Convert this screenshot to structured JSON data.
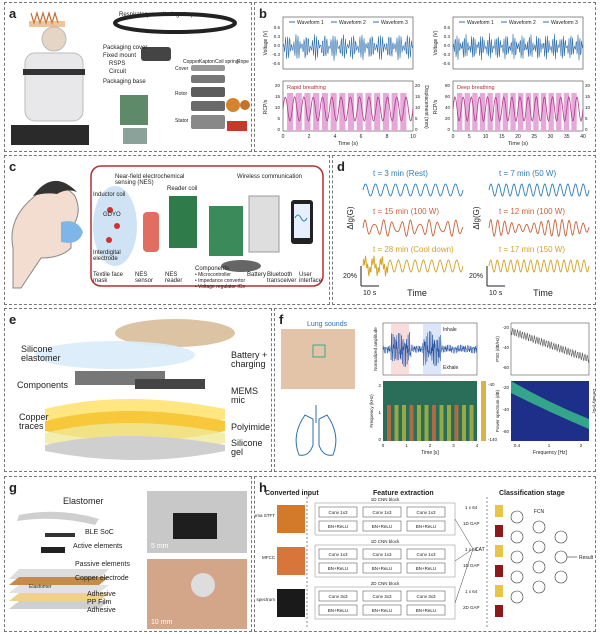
{
  "a": {
    "label": "a",
    "straps": "Respiratory monitoring straps",
    "packaging_cover": "Packaging cover",
    "fixed_mount": "Fixed mount",
    "rspps": "RSPS",
    "circuit": "Circuit",
    "packaging_base": "Packaging base",
    "legend": [
      "Copper",
      "Kapton",
      "Coil spring",
      "Rope"
    ],
    "cover": "Cover",
    "rotor": "Rotor",
    "stator": "Stator"
  },
  "b": {
    "label": "b",
    "left": {
      "legend": [
        "Waveform 1",
        "Waveform 2",
        "Waveform 3"
      ],
      "ylabel_top": "Voltage (V)",
      "yticks_top": [
        "0.6",
        "0.3",
        "0.0",
        "-0.3",
        "-0.6"
      ],
      "annot": "Rapid breathing",
      "ylabel_bottom_left": "RCP/s",
      "ylabel_bottom_right": "Displacement (mm)",
      "yticks_bl": [
        "20",
        "15",
        "10",
        "5",
        "0"
      ],
      "yticks_br": [
        "20",
        "15",
        "10",
        "5",
        "0"
      ],
      "xticks": [
        "0",
        "2",
        "4",
        "6",
        "8",
        "10"
      ],
      "xlabel": "Time (s)"
    },
    "right": {
      "legend": [
        "Waveform 1",
        "Waveform 2",
        "Waveform 3"
      ],
      "ylabel_top": "Voltage (V)",
      "yticks_top": [
        "0.6",
        "0.3",
        "0.0",
        "-0.3",
        "-0.6"
      ],
      "annot": "Deep breathing",
      "ylabel_bottom_left": "RCP/s",
      "ylabel_bottom_right": "Displacement (mm)",
      "yticks_bl": [
        "80",
        "60",
        "40",
        "20",
        "0"
      ],
      "yticks_br": [
        "20",
        "15",
        "10",
        "5",
        "0"
      ],
      "xticks": [
        "0",
        "5",
        "10",
        "15",
        "20",
        "25",
        "30",
        "35",
        "40"
      ],
      "xlabel": "Time (s)"
    }
  },
  "c": {
    "label": "c",
    "nes": "Near-field electrochemical sensing (NES)",
    "wireless": "Wireless communication",
    "inductor": "Inductor coil",
    "gdyo": "GDYO",
    "interdigital": "Interdigital electrode",
    "reader_coil": "Reader coil",
    "bottom": [
      "Textile face mask",
      "NES sensor",
      "NES reader",
      "Components",
      "Battery",
      "Bluetooth transceiver",
      "User interface"
    ],
    "components_list": [
      "• Microcontroller",
      "• Impedance convertor",
      "• Voltage regulator ICs"
    ]
  },
  "d": {
    "label": "d",
    "traces_left": [
      "t = 3 min (Rest)",
      "t = 15 min (100 W)",
      "t = 28 min (Cool down)"
    ],
    "traces_right": [
      "t = 7 min (50 W)",
      "t = 12 min (100 W)",
      "t = 17 min (150 W)"
    ],
    "ylabel": "Δlg(G)",
    "scale_y": "20%",
    "scale_x": "10 s",
    "xlabel": "Time",
    "colors": [
      "#2e7fb8",
      "#c8643c",
      "#d4a325"
    ]
  },
  "e": {
    "label": "e",
    "left": [
      "Silicone elastomer",
      "Components",
      "Copper traces"
    ],
    "right": [
      "Battery + charging",
      "MEMS mic",
      "Polyimide",
      "Silicone gel"
    ]
  },
  "f": {
    "label": "f",
    "title": "Lung sounds",
    "ylabel_wave": "Normalized amplitude",
    "inhale": "Inhale",
    "exhale": "Exhale",
    "ylabel_spec": "Frequency (kHz)",
    "spec_yticks": [
      "2",
      "1",
      "0"
    ],
    "spec_cbar": [
      "-40",
      "-140"
    ],
    "xlabel_spec": "Time [s]",
    "xticks_spec": [
      "0",
      "1",
      "2",
      "3",
      "4"
    ],
    "psd_ylabel": "PSD (dB/Hz)",
    "psd_yticks": [
      "-20",
      "-40",
      "-60"
    ],
    "power_ylabel": "Power spectrum (dB)",
    "power_yticks": [
      "-20",
      "-40",
      "-60"
    ],
    "density": "Density (Hz)",
    "xlabel_freq": "Frequency [Hz]",
    "xticks_freq": [
      "0.4",
      "1",
      "2"
    ]
  },
  "g": {
    "label": "g",
    "layers": [
      "Elastomer",
      "BLE SoC",
      "Active elements",
      "Passive elements",
      "Copper electrode",
      "Adhesive",
      "PP Film",
      "Adhesive"
    ],
    "elastomer2": "Elastomer",
    "scale1": "5 mm",
    "scale2": "10 mm"
  },
  "h": {
    "label": "h",
    "headers": [
      "Converted input",
      "Feature extraction",
      "Classification stage"
    ],
    "inputs": [
      "Chroma STFT",
      "MFCC",
      "Mel spectrum"
    ],
    "rows": [
      {
        "title": "1D CNN block",
        "convs": [
          "Conv 1x3",
          "Conv 1x3",
          "Conv 1x3"
        ],
        "bn": "BN+ReLU",
        "gap": "1D GAP",
        "out": "1 x 64"
      },
      {
        "title": "1D CNN block",
        "convs": [
          "Conv 1x3",
          "Conv 1x3",
          "Conv 1x3"
        ],
        "bn": "BN+ReLU",
        "gap": "1D GAP",
        "out": "1 x 64"
      },
      {
        "title": "2D CNN block",
        "convs": [
          "Conv 3x3",
          "Conv 3x3",
          "Conv 3x3"
        ],
        "bn": "BN+ReLU",
        "gap": "2D GAP",
        "out": "1 x 64"
      }
    ],
    "cat": "CAT",
    "fcn": "FCN",
    "result": "Result"
  }
}
